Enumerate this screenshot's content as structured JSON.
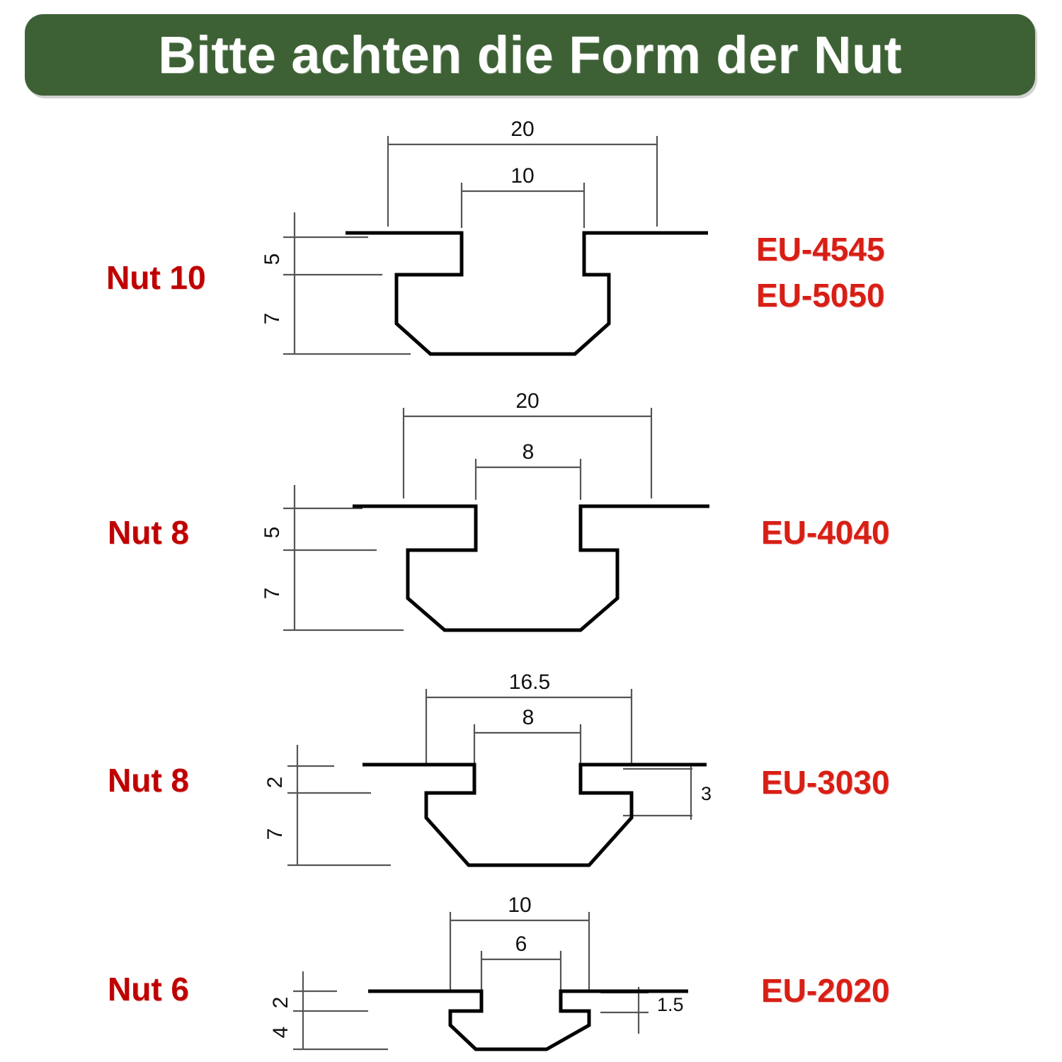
{
  "banner": {
    "title": "Bitte achten die Form der Nut",
    "bg_color": "#3d6135",
    "text_color": "#ffffff"
  },
  "colors": {
    "label_red": "#c00000",
    "eu_red": "#d81f15",
    "profile_stroke": "#000000",
    "dimension_line": "#555555",
    "background": "#ffffff"
  },
  "rows": [
    {
      "nut_label": "Nut 10",
      "eu_labels": [
        "EU-4545",
        "EU-5050"
      ],
      "dims": {
        "outer_width": "20",
        "inner_width": "10",
        "upper_depth": "5",
        "lower_depth": "7",
        "side_callout": ""
      }
    },
    {
      "nut_label": "Nut 8",
      "eu_labels": [
        "EU-4040"
      ],
      "dims": {
        "outer_width": "20",
        "inner_width": "8",
        "upper_depth": "5",
        "lower_depth": "7",
        "side_callout": ""
      }
    },
    {
      "nut_label": "Nut 8",
      "eu_labels": [
        "EU-3030"
      ],
      "dims": {
        "outer_width": "16.5",
        "inner_width": "8",
        "upper_depth": "2",
        "lower_depth": "7",
        "side_callout": "3"
      }
    },
    {
      "nut_label": "Nut 6",
      "eu_labels": [
        "EU-2020"
      ],
      "dims": {
        "outer_width": "10",
        "inner_width": "6",
        "upper_depth": "2",
        "lower_depth": "4",
        "side_callout": "1.5"
      }
    }
  ]
}
